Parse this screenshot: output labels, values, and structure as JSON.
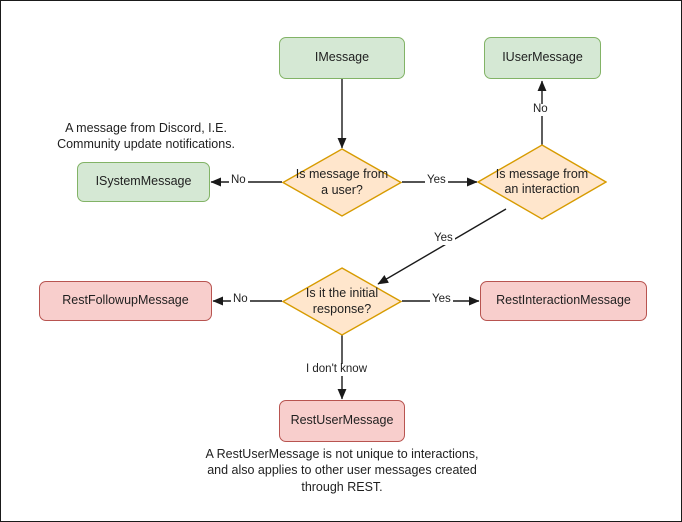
{
  "diagram": {
    "title": "Discord message type decision flowchart",
    "colors": {
      "green_fill": "#d5e8d4",
      "green_stroke": "#82b366",
      "pink_fill": "#f8cecc",
      "pink_stroke": "#b85450",
      "orange_fill": "#ffe6cc",
      "orange_stroke": "#d79b00",
      "edge_stroke": "#1a1a1a",
      "canvas_border": "#1a1a1a"
    },
    "nodes": {
      "imessage": {
        "label": "IMessage",
        "type": "terminal-green"
      },
      "iusermessage": {
        "label": "IUserMessage",
        "type": "terminal-green"
      },
      "isystemmessage": {
        "label": "ISystemMessage",
        "type": "terminal-green"
      },
      "restfollowupmessage": {
        "label": "RestFollowupMessage",
        "type": "terminal-pink"
      },
      "restinteractionmessage": {
        "label": "RestInteractionMessage",
        "type": "terminal-pink"
      },
      "restusermessage": {
        "label": "RestUserMessage",
        "type": "terminal-pink"
      },
      "decision_user": {
        "label": "Is message from a user?",
        "type": "decision"
      },
      "decision_interaction": {
        "label": "Is message from an interaction",
        "type": "decision"
      },
      "decision_initial": {
        "label": "Is it the initial response?",
        "type": "decision"
      }
    },
    "edge_labels": {
      "imessage_to_user": "",
      "user_no": "No",
      "user_yes": "Yes",
      "interaction_no": "No",
      "interaction_yes": "Yes",
      "initial_no": "No",
      "initial_yes": "Yes",
      "initial_unknown": "I don't know"
    },
    "notes": {
      "system_note": "A message from Discord, I.E.\nCommunity update notifications.",
      "rest_user_note": "A RestUserMessage is not unique to interactions,\nand also applies to other user messages created\nthrough REST."
    }
  }
}
